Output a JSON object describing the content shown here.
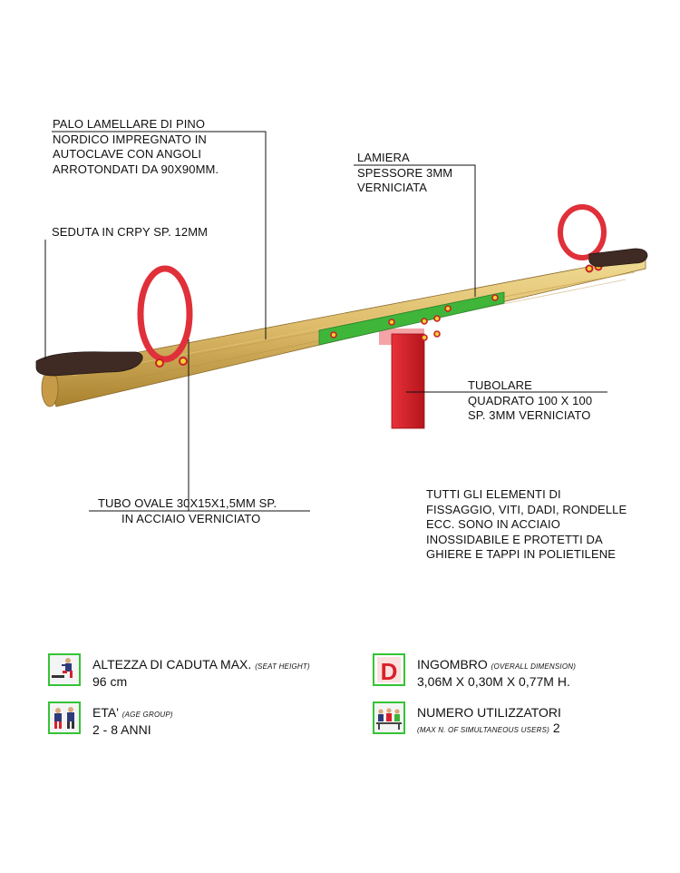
{
  "annotations": {
    "palo": [
      "PALO LAMELLARE DI PINO",
      "NORDICO IMPREGNATO IN",
      "AUTOCLAVE CON ANGOLI",
      "ARROTONDATI DA 90X90MM."
    ],
    "seduta": [
      "SEDUTA IN CRPY SP. 12MM"
    ],
    "lamiera": [
      "LAMIERA",
      "SPESSORE 3MM",
      "VERNICIATA"
    ],
    "tubolare": [
      "TUBOLARE",
      "QUADRATO 100 X 100",
      "SP. 3MM VERNICIATO"
    ],
    "tubo_ovale": [
      "TUBO OVALE 30X15X1,5MM SP.",
      "IN ACCIAIO VERNICIATO"
    ],
    "fissaggio": [
      "TUTTI GLI ELEMENTI DI",
      "FISSAGGIO, VITI, DADI, RONDELLE",
      "ECC. SONO IN ACCIAIO",
      "INOSSIDABILE E PROTETTI DA",
      "GHIERE E TAPPI IN POLIETILENE"
    ]
  },
  "specs": {
    "altezza": {
      "label": "ALTEZZA DI CADUTA MAX.",
      "sub": "(SEAT HEIGHT)",
      "value": "96 cm",
      "icon": "fall-height-icon"
    },
    "ingombro": {
      "label": "INGOMBRO",
      "sub": "(OVERALL DIMENSION)",
      "value": "3,06M X 0,30M X 0,77M H.",
      "icon": "dimension-d-icon"
    },
    "eta": {
      "label": "ETA'",
      "sub": "(AGE GROUP)",
      "value": "2 - 8 ANNI",
      "icon": "age-group-icon"
    },
    "utilizzatori": {
      "label": "NUMERO UTILIZZATORI",
      "sub": "(MAX N. OF SIMULTANEOUS USERS)",
      "value": "2",
      "icon": "users-icon"
    }
  },
  "colors": {
    "icon_border": "#35c335",
    "wood": "#d9b96a",
    "seat": "#3f2b24",
    "handle": "#e0303a",
    "plate": "#3fb53a",
    "post": "#d8202a"
  }
}
